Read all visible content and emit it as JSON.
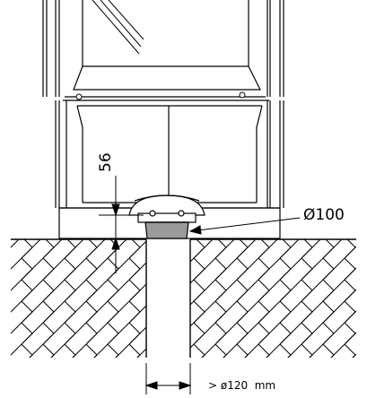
{
  "diagram": {
    "dimension_height": "56",
    "dimension_pipe": "Ø100",
    "dimension_hole": "> ø120  mm"
  }
}
